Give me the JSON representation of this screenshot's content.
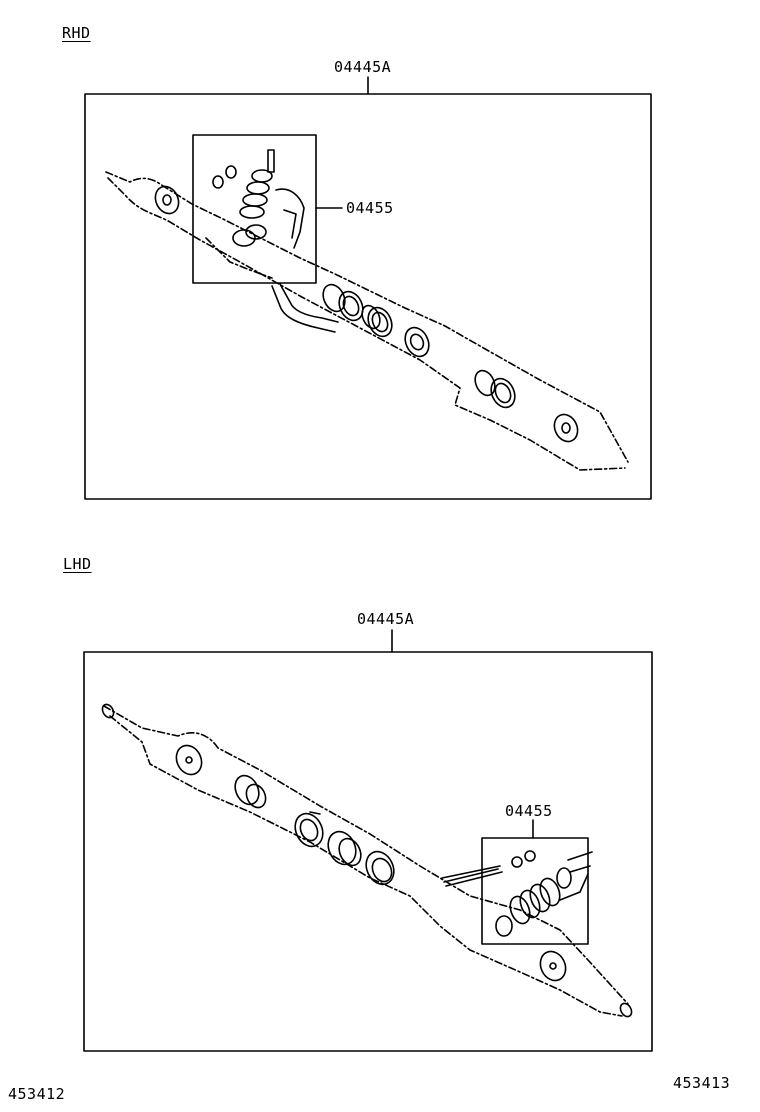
{
  "rhd": {
    "section_label": "RHD",
    "kit_label": "04445A",
    "sub_kit_label": "04455"
  },
  "lhd": {
    "section_label": "LHD",
    "kit_label": "04445A",
    "sub_kit_label": "04455"
  },
  "footer": {
    "left_code": "453412",
    "right_code": "453413"
  }
}
